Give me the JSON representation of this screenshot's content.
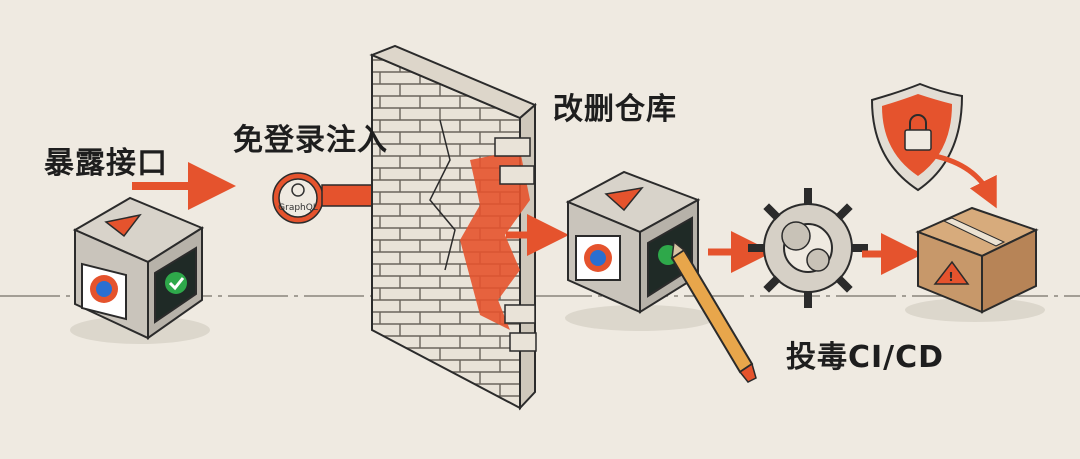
{
  "steps": [
    {
      "id": "step-1",
      "label": "暴露接口"
    },
    {
      "id": "step-2",
      "label": "免登录注入"
    },
    {
      "id": "step-3",
      "label": "改删仓库"
    },
    {
      "id": "step-4",
      "label": "投毒CI/CD"
    }
  ],
  "badge_text": "GraphQL",
  "colors": {
    "background": "#efeae1",
    "accent_orange": "#e5532d",
    "outline": "#2b2b2b",
    "brick": "#e9e3d8",
    "package": "#c7986a",
    "check_green": "#2ea84a"
  },
  "icons": [
    "server-cube-icon",
    "graphql-gear-icon",
    "brick-wall-icon",
    "pencil-icon",
    "gears-icon",
    "shield-lock-icon",
    "package-box-icon",
    "warning-triangle-icon",
    "check-icon"
  ]
}
